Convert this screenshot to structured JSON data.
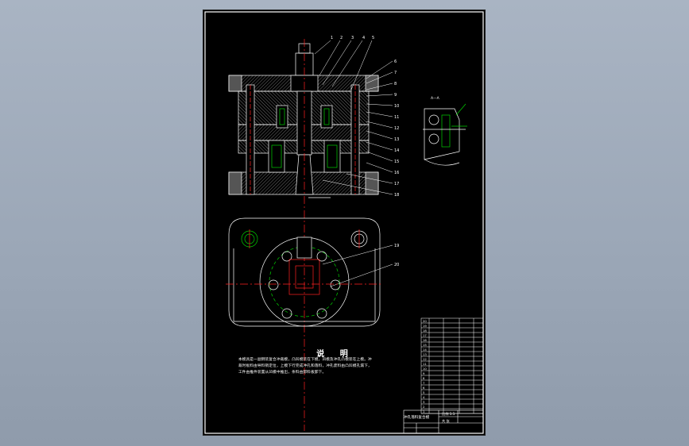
{
  "drawing": {
    "notes_title": "说 明",
    "notes_text": "本模具是一副倒装复合冲裁模，凸凹模装在下模，凹模及冲孔凸模装在上模。冲裁时板料由导料销定位，上模下行完成冲孔和落料，冲孔废料由凸凹模孔漏下，工件由推件装置从凹模中推出，条料由卸料板卸下。",
    "section_label": "A—A",
    "part_leaders": [
      "1",
      "2",
      "3",
      "4",
      "5",
      "6",
      "7",
      "8",
      "9",
      "10",
      "11",
      "12",
      "13",
      "14",
      "15",
      "16",
      "17",
      "18",
      "19",
      "20"
    ],
    "title_block": {
      "name": "冲孔落料复合模",
      "scale_label": "比例 1:1",
      "sheet_label": "共 张"
    },
    "bom_rows": [
      "20",
      "19",
      "18",
      "17",
      "16",
      "15",
      "14",
      "13",
      "12",
      "11",
      "10",
      "9",
      "8",
      "7",
      "6",
      "5",
      "4",
      "3",
      "2",
      "1"
    ]
  },
  "colors": {
    "background": "#9aa6b6",
    "sheet": "#000000",
    "lines": "#ffffff",
    "center_lines": "#ff2020",
    "green_features": "#00d000",
    "hatch": "#b8b8b8"
  }
}
